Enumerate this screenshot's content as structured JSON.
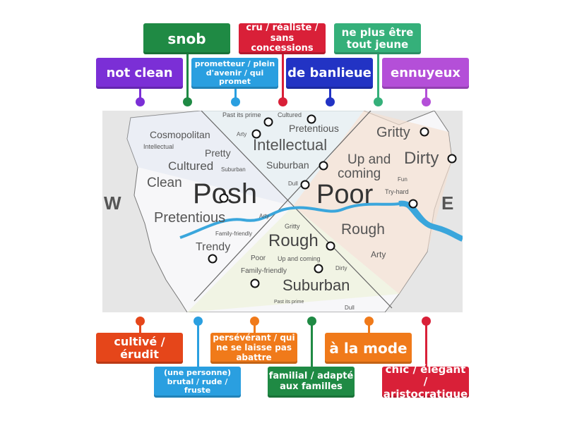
{
  "labels_top": [
    {
      "text": "snob",
      "color": "#1f8a44"
    },
    {
      "text": "cru / réaliste / sans concessions",
      "color": "#d92038"
    },
    {
      "text": "ne plus être tout jeune",
      "color": "#35b07a"
    },
    {
      "text": "not clean",
      "color": "#7b2fd6"
    },
    {
      "text": "prometteur / plein d'avenir / qui promet",
      "color": "#2a9fe0"
    },
    {
      "text": "de banlieue",
      "color": "#2233c4"
    },
    {
      "text": "ennuyeux",
      "color": "#b44fd8"
    }
  ],
  "labels_bottom": [
    {
      "text": "cultivé / érudit",
      "color": "#e5461a"
    },
    {
      "text": "(une personne) brutal / rude / fruste",
      "color": "#2a9fe0"
    },
    {
      "text": "persévérant / qui ne se laisse pas abattre",
      "color": "#f07a1a"
    },
    {
      "text": "familial / adapté aux familles",
      "color": "#1f8a44"
    },
    {
      "text": "à la mode",
      "color": "#f07a1a"
    },
    {
      "text": "chic / élégant / aristocratique",
      "color": "#d92038"
    }
  ],
  "map": {
    "compass_w": "W",
    "compass_e": "E",
    "words": [
      "Past its prime",
      "Cultured",
      "Pretentious",
      "Arty",
      "Intellectual",
      "Suburban",
      "Dull",
      "Cosmopolitan",
      "Intellectual",
      "Pretty",
      "Cultured",
      "Suburban",
      "Clean",
      "Posh",
      "Pretentious",
      "Arty",
      "Family-friendly",
      "Trendy",
      "Gritty",
      "Dirty",
      "Up and",
      "coming",
      "Fun",
      "Try-hard",
      "Poor",
      "Rough",
      "Arty",
      "Gritty",
      "Rough",
      "Poor",
      "Up and coming",
      "Dirty",
      "Family-friendly",
      "Suburban",
      "Past its prime",
      "Dull"
    ]
  }
}
